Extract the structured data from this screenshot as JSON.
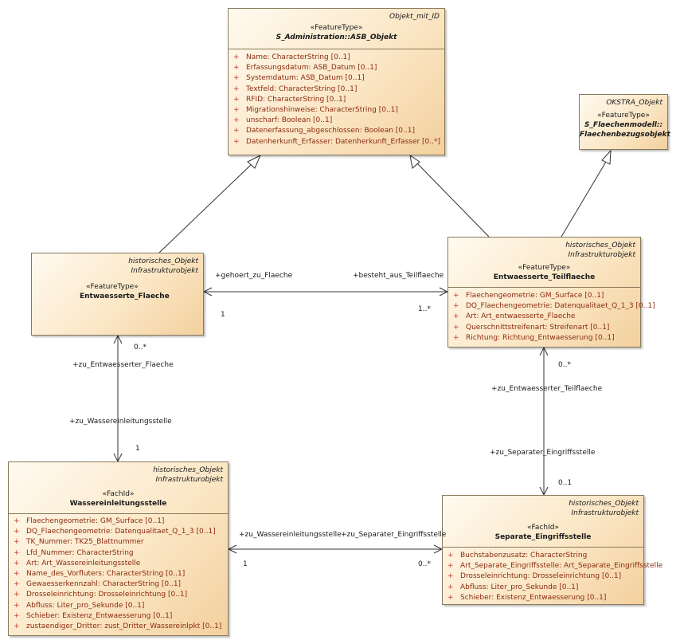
{
  "classes": {
    "asb_objekt": {
      "annotation": [
        "Objekt_mit_ID"
      ],
      "stereotype": "«FeatureType»",
      "name": "S_Administration::ASB_Objekt",
      "attributes": [
        {
          "vis": "+",
          "text": "Name: CharacterString [0..1]"
        },
        {
          "vis": "+",
          "text": "Erfassungsdatum: ASB_Datum [0..1]"
        },
        {
          "vis": "+",
          "text": "Systemdatum: ASB_Datum [0..1]"
        },
        {
          "vis": "+",
          "text": "Textfeld: CharacterString [0..1]"
        },
        {
          "vis": "+",
          "text": "RFID: CharacterString [0..1]"
        },
        {
          "vis": "+",
          "text": "Migrationshinweise: CharacterString [0..1]"
        },
        {
          "vis": "+",
          "text": "unscharf: Boolean [0..1]"
        },
        {
          "vis": "+",
          "text": "Datenerfassung_abgeschlossen: Boolean [0..1]"
        },
        {
          "vis": "+",
          "text": "Datenherkunft_Erfasser: Datenherkunft_Erfasser [0..*]"
        }
      ]
    },
    "flaechenbezugsobjekt": {
      "annotation": [
        "OKSTRA_Objekt"
      ],
      "stereotype": "«FeatureType»",
      "name_line1": "S_Flaechenmodell::",
      "name_line2": "Flaechenbezugsobjekt"
    },
    "entwaesserte_flaeche": {
      "annotation": [
        "historisches_Objekt",
        "Infrastrukturobjekt"
      ],
      "stereotype": "«FeatureType»",
      "name": "Entwaesserte_Flaeche"
    },
    "entwaesserte_teilflaeche": {
      "annotation": [
        "historisches_Objekt",
        "Infrastrukturobjekt"
      ],
      "stereotype": "«FeatureType»",
      "name": "Entwaesserte_Teilflaeche",
      "attributes": [
        {
          "vis": "+",
          "text": "Flaechengeometrie: GM_Surface [0..1]"
        },
        {
          "vis": "+",
          "text": "DQ_Flaechengeometrie: Datenqualitaet_Q_1_3 [0..1]"
        },
        {
          "vis": "+",
          "text": "Art: Art_entwaesserte_Flaeche"
        },
        {
          "vis": "+",
          "text": "Querschnittstreifenart: Streifenart [0..1]"
        },
        {
          "vis": "+",
          "text": "Richtung: Richtung_Entwaesserung [0..1]"
        }
      ]
    },
    "wassereinleitungsstelle": {
      "annotation": [
        "historisches_Objekt",
        "Infrastrukturobjekt"
      ],
      "stereotype": "«FachId»",
      "name": "Wassereinleitungsstelle",
      "attributes": [
        {
          "vis": "+",
          "text": "Flaechengeometrie: GM_Surface [0..1]"
        },
        {
          "vis": "+",
          "text": "DQ_Flaechengeometrie: Datenqualitaet_Q_1_3 [0..1]"
        },
        {
          "vis": "+",
          "text": "TK_Nummer: TK25_Blattnummer"
        },
        {
          "vis": "+",
          "text": "Lfd_Nummer: CharacterString"
        },
        {
          "vis": "+",
          "text": "Art: Art_Wassereinleitungsstelle"
        },
        {
          "vis": "+",
          "text": "Name_des_Vorfluters: CharacterString [0..1]"
        },
        {
          "vis": "+",
          "text": "Gewaesserkennzahl: CharacterString [0..1]"
        },
        {
          "vis": "+",
          "text": "Drosseleinrichtung: Drosseleinrichtung [0..1]"
        },
        {
          "vis": "+",
          "text": "Abfluss: Liter_pro_Sekunde [0..1]"
        },
        {
          "vis": "+",
          "text": "Schieber: Existenz_Entwaesserung [0..1]"
        },
        {
          "vis": "+",
          "text": "zustaendiger_Dritter: zust_Dritter_Wassereinlpkt [0..1]"
        }
      ]
    },
    "separate_eingriffsstelle": {
      "annotation": [
        "historisches_Objekt",
        "Infrastrukturobjekt"
      ],
      "stereotype": "«FachId»",
      "name": "Separate_Eingriffsstelle",
      "attributes": [
        {
          "vis": "+",
          "text": "Buchstabenzusatz: CharacterString"
        },
        {
          "vis": "+",
          "text": "Art_Separate_Eingriffsstelle: Art_Separate_Eingriffsstelle"
        },
        {
          "vis": "+",
          "text": "Drosseleinrichtung: Drosseleinrichtung [0..1]"
        },
        {
          "vis": "+",
          "text": "Abfluss: Liter_pro_Sekunde [0..1]"
        },
        {
          "vis": "+",
          "text": "Schieber: Existenz_Entwaesserung [0..1]"
        }
      ]
    }
  },
  "associations": {
    "flaeche_teilflaeche": {
      "role_source": "+gehoert_zu_Flaeche",
      "role_target": "+besteht_aus_Teilflaeche",
      "mult_source": "1",
      "mult_target": "1..*"
    },
    "flaeche_wasser": {
      "role_top": "+zu_Entwaesserter_Flaeche",
      "role_bottom": "+zu_Wassereinleitungsstelle",
      "mult_top": "0..*",
      "mult_bottom": "1"
    },
    "teilflaeche_separate": {
      "role_top": "+zu_Entwaesserter_Teilflaeche",
      "role_bottom": "+zu_Separater_Eingriffsstelle",
      "mult_top": "0..*",
      "mult_bottom": "0..1"
    },
    "wasser_separate": {
      "role_left": "+zu_Wassereinleitungsstelle",
      "role_right": "+zu_Separater_Eingriffsstelle",
      "mult_left": "1",
      "mult_right": "0..*"
    }
  }
}
